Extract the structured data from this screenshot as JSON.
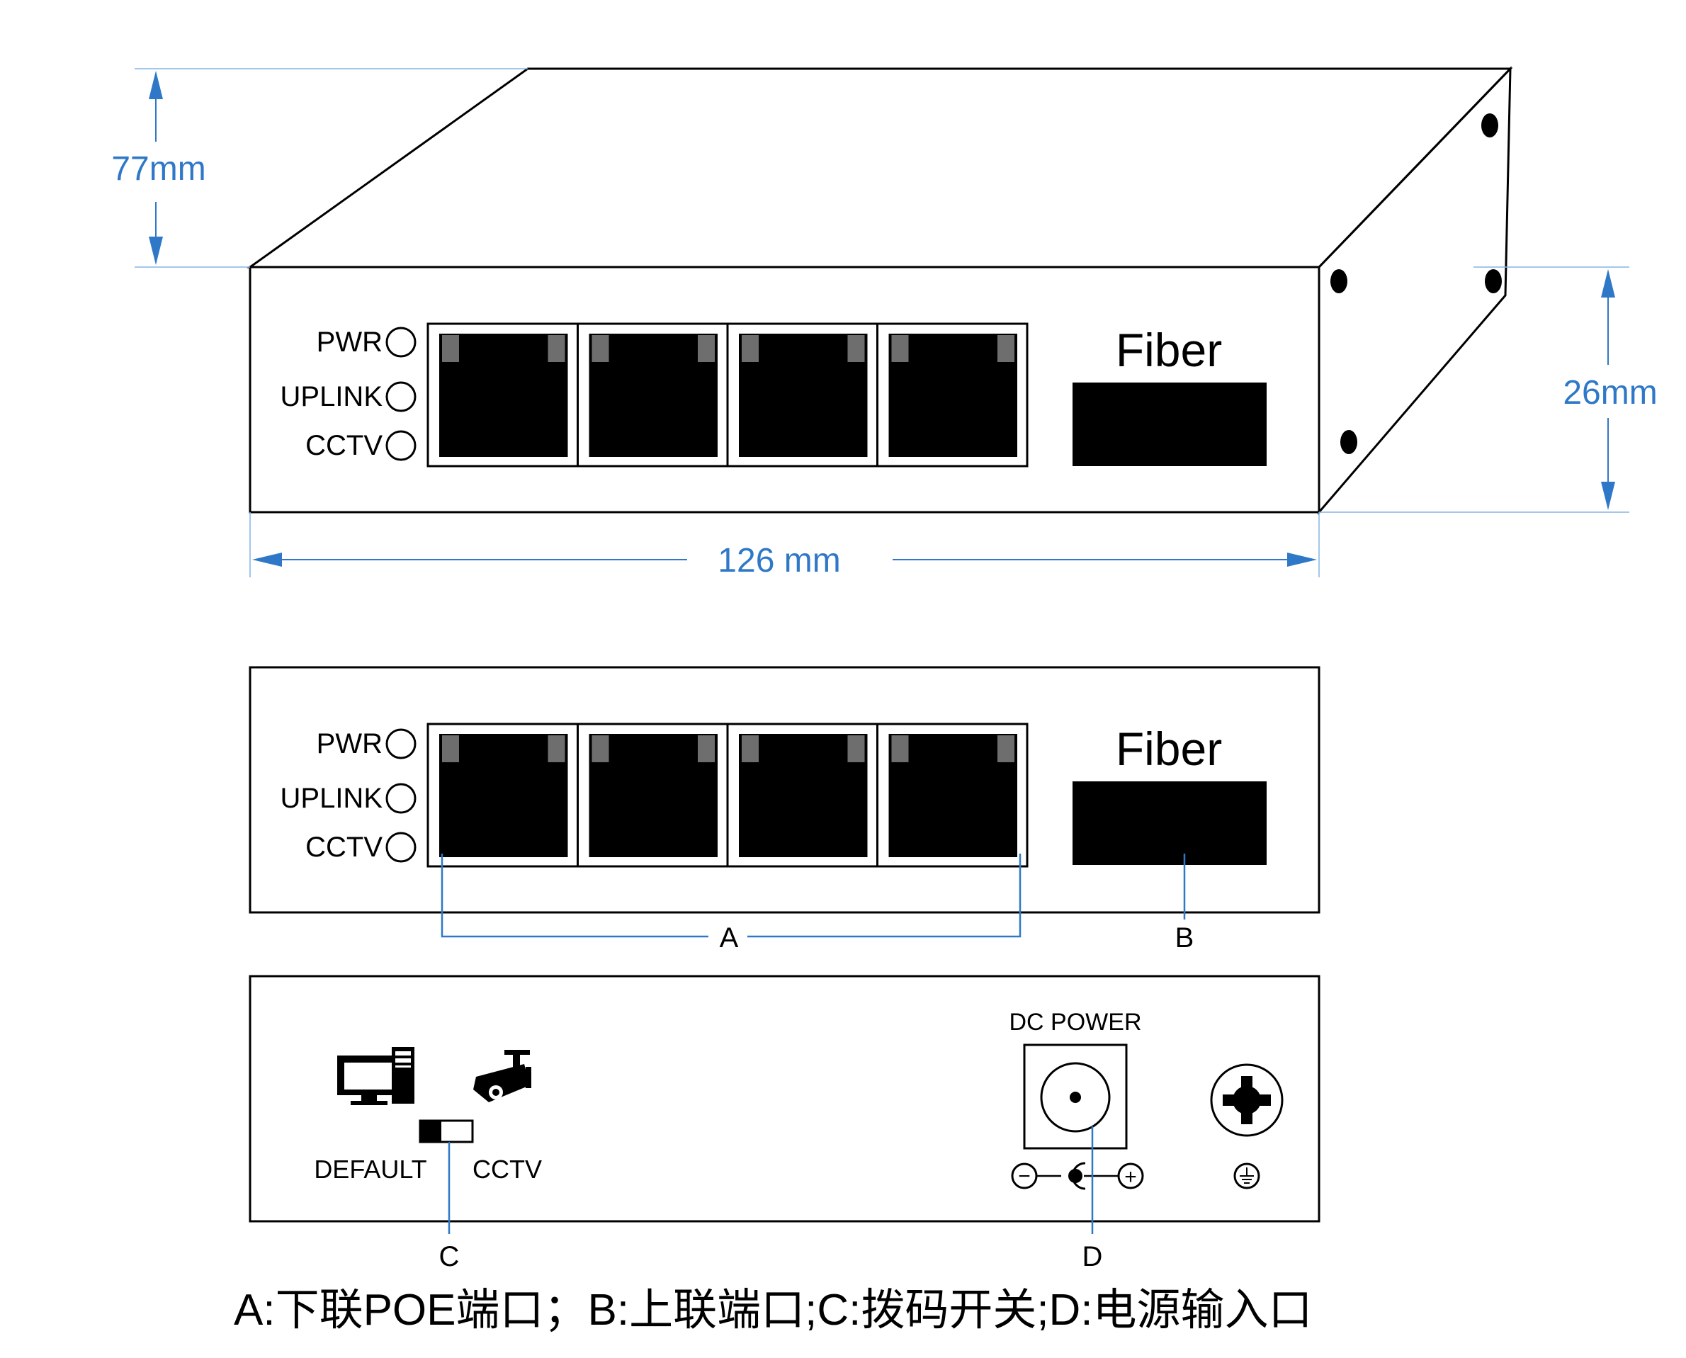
{
  "dimensions": {
    "height": "77mm",
    "depth": "26mm",
    "width": "126 mm"
  },
  "front_panel": {
    "leds": [
      "PWR",
      "UPLINK",
      "CCTV"
    ],
    "port_count": 4,
    "fiber_label": "Fiber"
  },
  "callouts": {
    "a": "A",
    "b": "B",
    "c": "C",
    "d": "D"
  },
  "rear_panel": {
    "switch_left": "DEFAULT",
    "switch_right": "CCTV",
    "dc_label": "DC POWER",
    "minus_symbol": "−",
    "plus_symbol": "+"
  },
  "colors": {
    "dimension_blue": "#2f78c8",
    "port_black": "#000000",
    "port_notch_gray": "#6e6e6e"
  },
  "caption": "A:下联POE端口；B:上联端口;C:拨码开关;D:电源输入口"
}
